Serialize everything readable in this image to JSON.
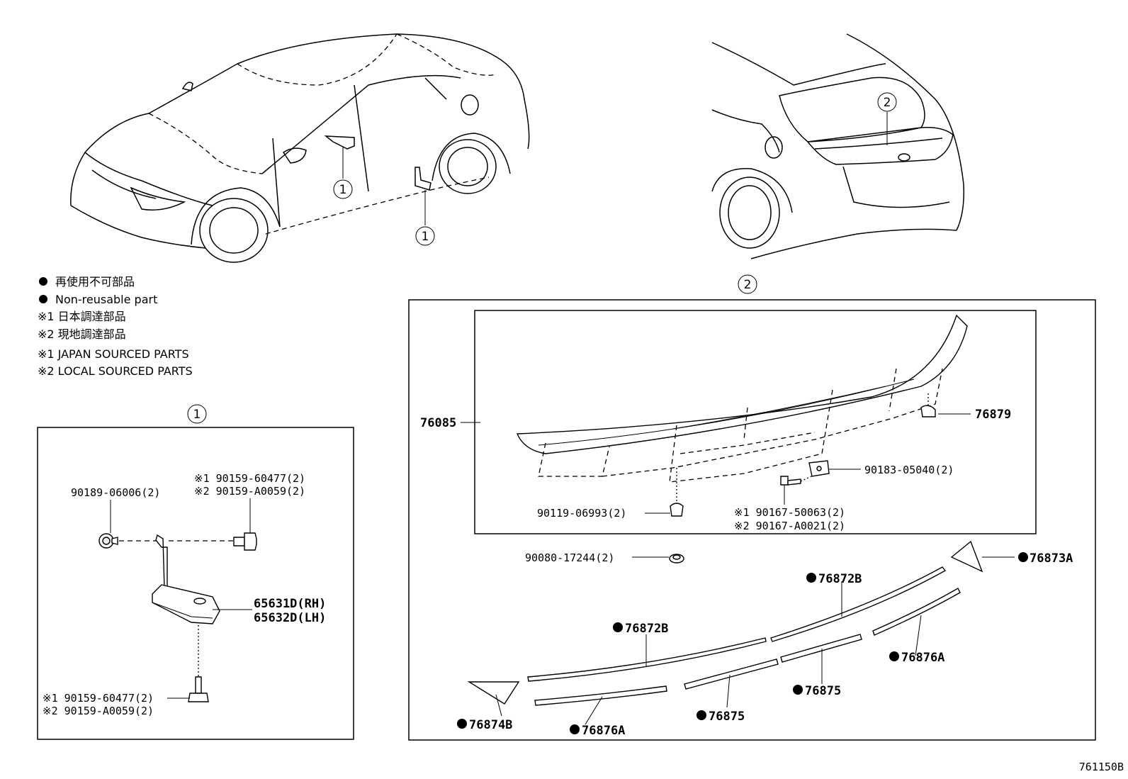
{
  "legend": {
    "bullet_ja": "再使用不可部品",
    "bullet_en": "Non-reusable part",
    "note1_ja": "※1 日本調達部品",
    "note2_ja": "※2 現地調達部品",
    "note1_en": "※1 JAPAN SOURCED PARTS",
    "note2_en": "※2 LOCAL SOURCED PARTS"
  },
  "callouts": {
    "one": "1",
    "two": "2"
  },
  "box1": {
    "clip_left": "90189-06006(2)",
    "bolt_top_1": "※1 90159-60477(2)",
    "bolt_top_2": "※2 90159-A0059(2)",
    "bracket_rh": "65631D(RH)",
    "bracket_lh": "65632D(LH)",
    "screw_bottom_1": "※1 90159-60477(2)",
    "screw_bottom_2": "※2 90159-A0059(2)"
  },
  "box2": {
    "spoiler": "76085",
    "cap": "76879",
    "nut": "90183-05040(2)",
    "clip_bottom": "90119-06993(2)",
    "bolt_1": "※1 90167-50063(2)",
    "bolt_2": "※2 90167-A0021(2)",
    "grommet": "90080-17244(2)",
    "pad_right": "76873A",
    "tape_upper": "76872B",
    "tape_lower": "76872B",
    "strip_right": "76876A",
    "seal_right": "76875",
    "seal_left": "76875",
    "strip_left": "76876A",
    "pad_left": "76874B"
  },
  "figure_id": "761150B"
}
